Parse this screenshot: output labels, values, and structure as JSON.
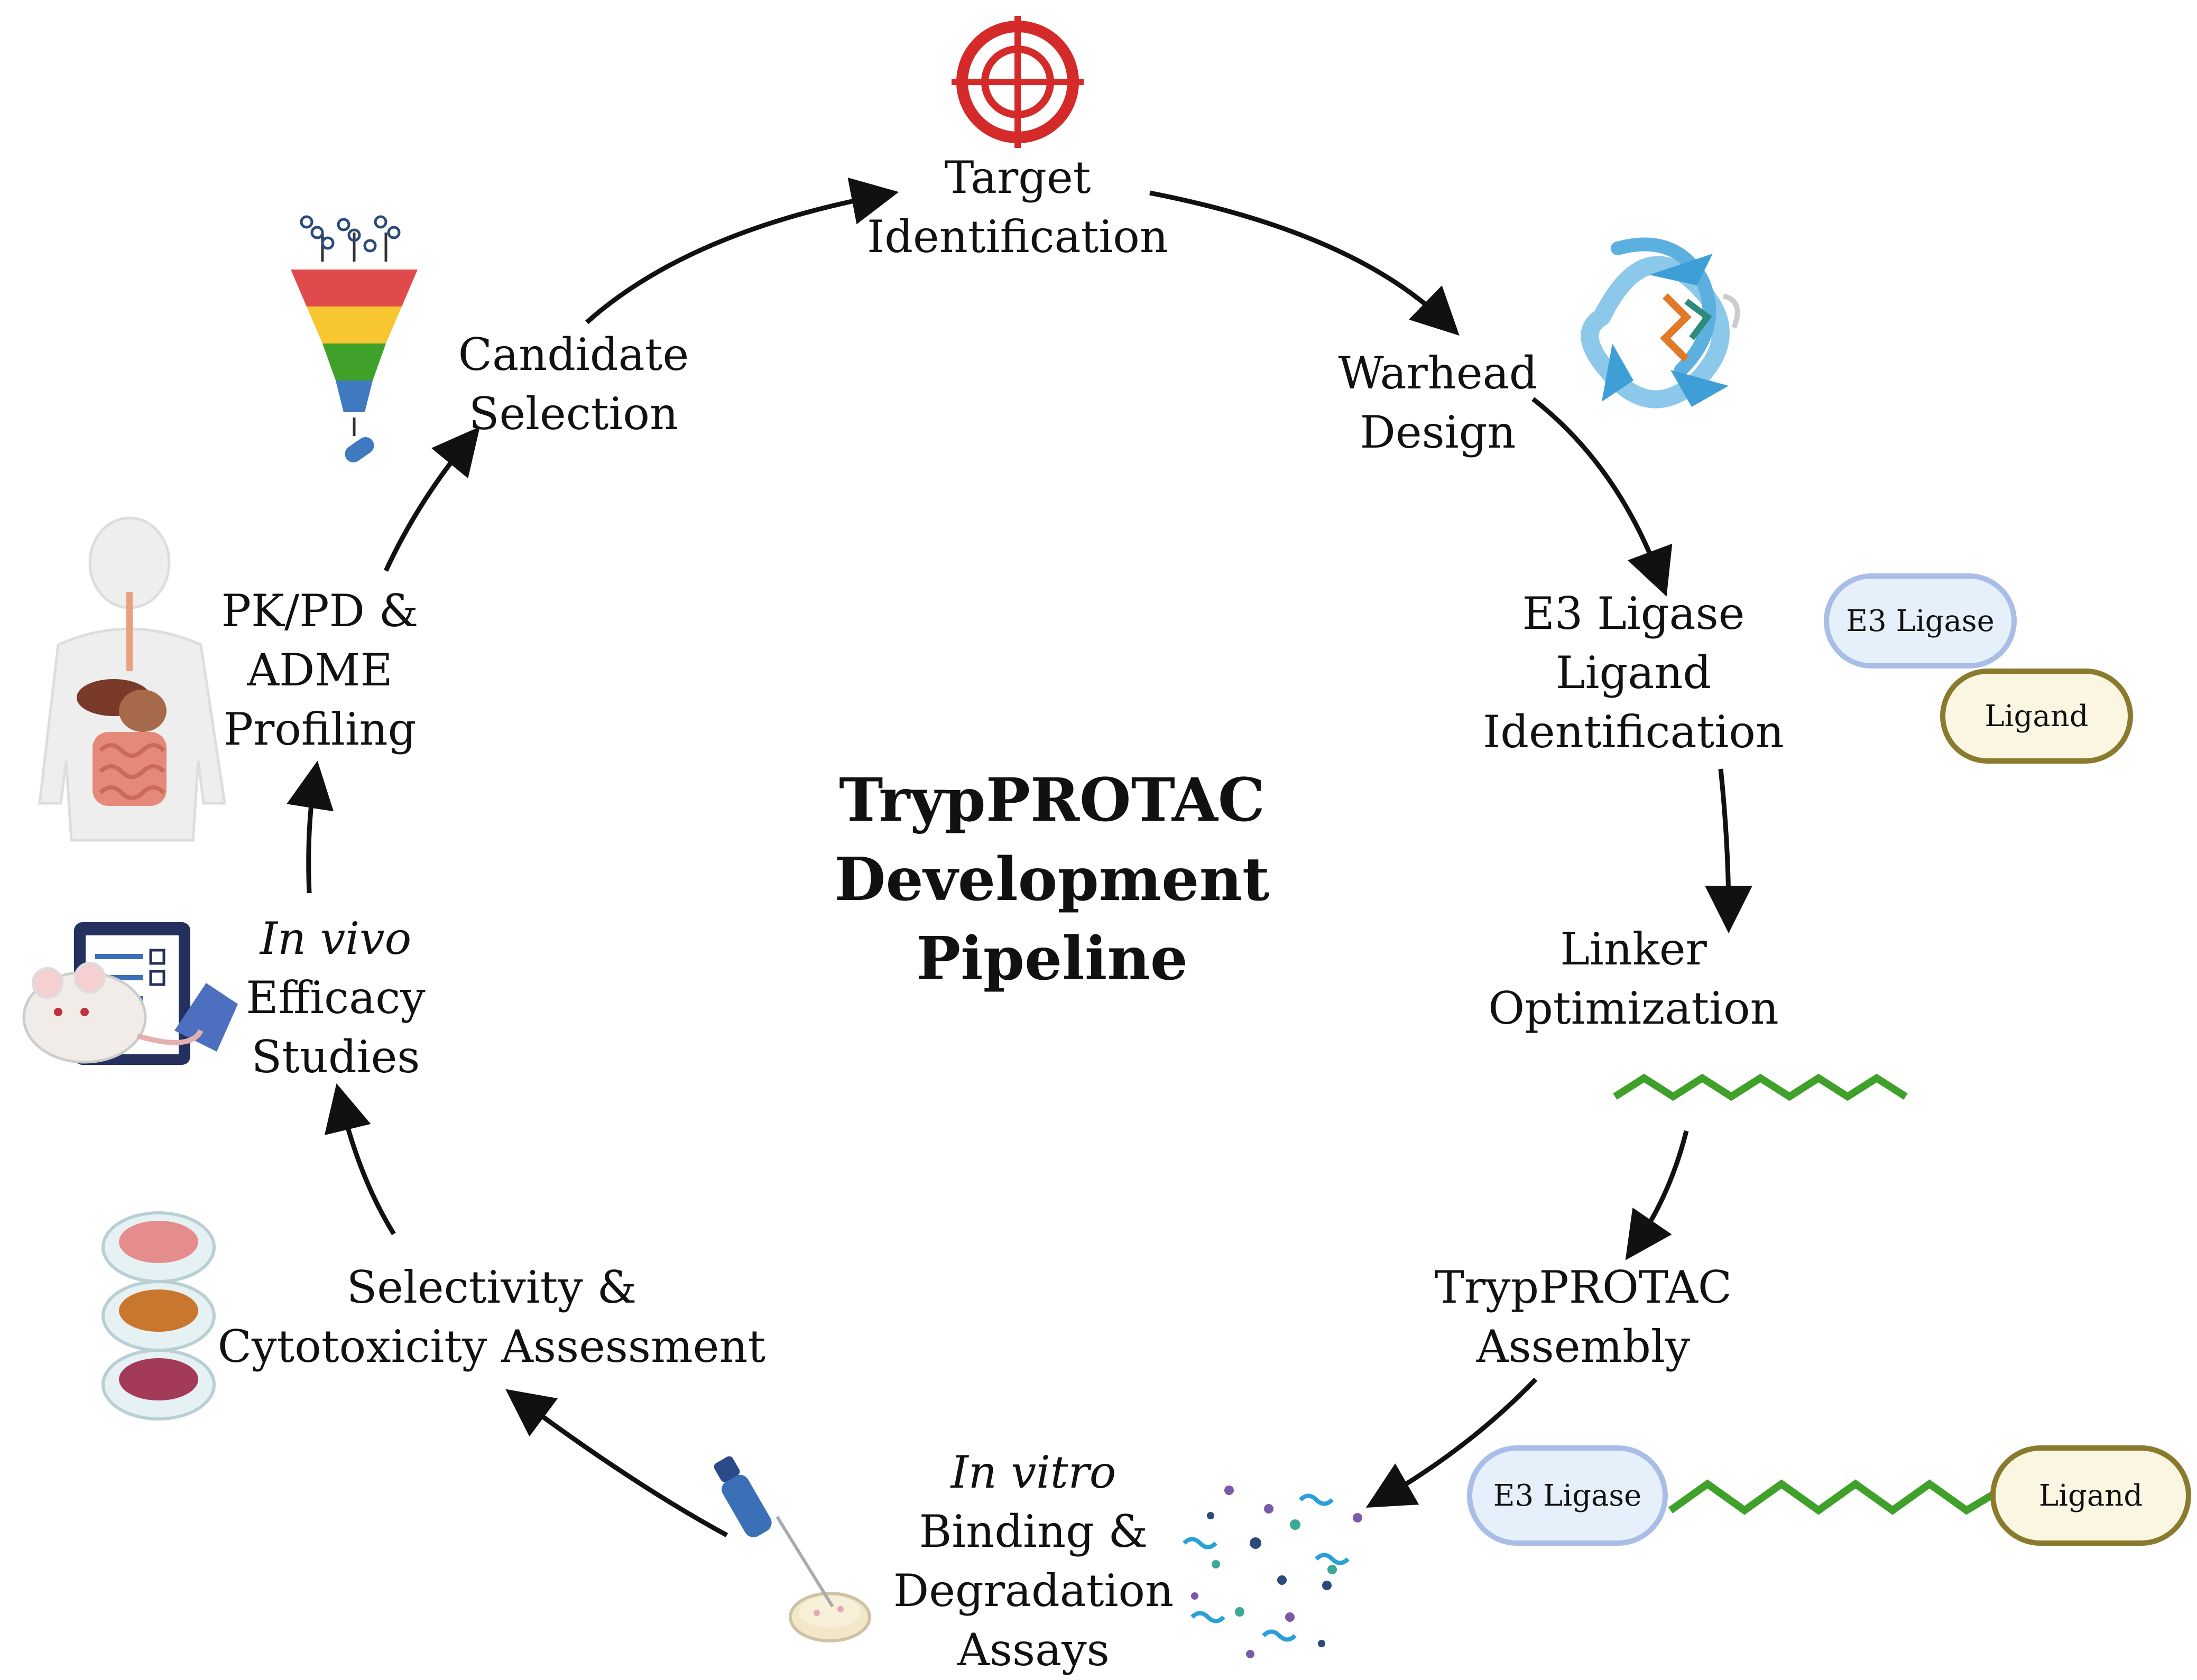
{
  "title": {
    "line1": "TrypPROTAC",
    "line2": "Development",
    "line3": "Pipeline"
  },
  "steps": {
    "target": {
      "line1": "Target",
      "line2": "Identification"
    },
    "warhead": {
      "line1": "Warhead",
      "line2": "Design"
    },
    "e3": {
      "line1": "E3 Ligase",
      "line2": "Ligand",
      "line3": "Identification"
    },
    "linker": {
      "line1": "Linker",
      "line2": "Optimization"
    },
    "assembly": {
      "line1": "TrypPROTAC",
      "line2": "Assembly"
    },
    "invitro": {
      "line1": "In vitro",
      "line2": "Binding &",
      "line3": "Degradation",
      "line4": "Assays"
    },
    "selectivity": {
      "line1": "Selectivity &",
      "line2": "Cytotoxicity Assessment"
    },
    "invivo": {
      "line1": "In vivo",
      "line2": "Efficacy",
      "line3": "Studies"
    },
    "pkpd": {
      "line1": "PK/PD &",
      "line2": "ADME",
      "line3": "Profiling"
    },
    "candidate": {
      "line1": "Candidate",
      "line2": "Selection"
    }
  },
  "pills": {
    "top_e3": "E3 Ligase",
    "top_ligand": "Ligand",
    "bottom_e3": "E3 Ligase",
    "bottom_ligand": "Ligand"
  },
  "icons": [
    "target-icon",
    "protein-structure-icon",
    "linker-zigzag-icon",
    "molecules-scatter-icon",
    "pipette-dish-icon",
    "petri-dish-stack-icon",
    "mouse-checklist-icon",
    "human-body-organs-icon",
    "screening-funnel-icon"
  ],
  "colors": {
    "arrow": "#111111",
    "target_red": "#d42a2a",
    "linker_green": "#3fa02a",
    "e3_border": "#a9bde6",
    "ligand_border": "#8a7a2e"
  }
}
